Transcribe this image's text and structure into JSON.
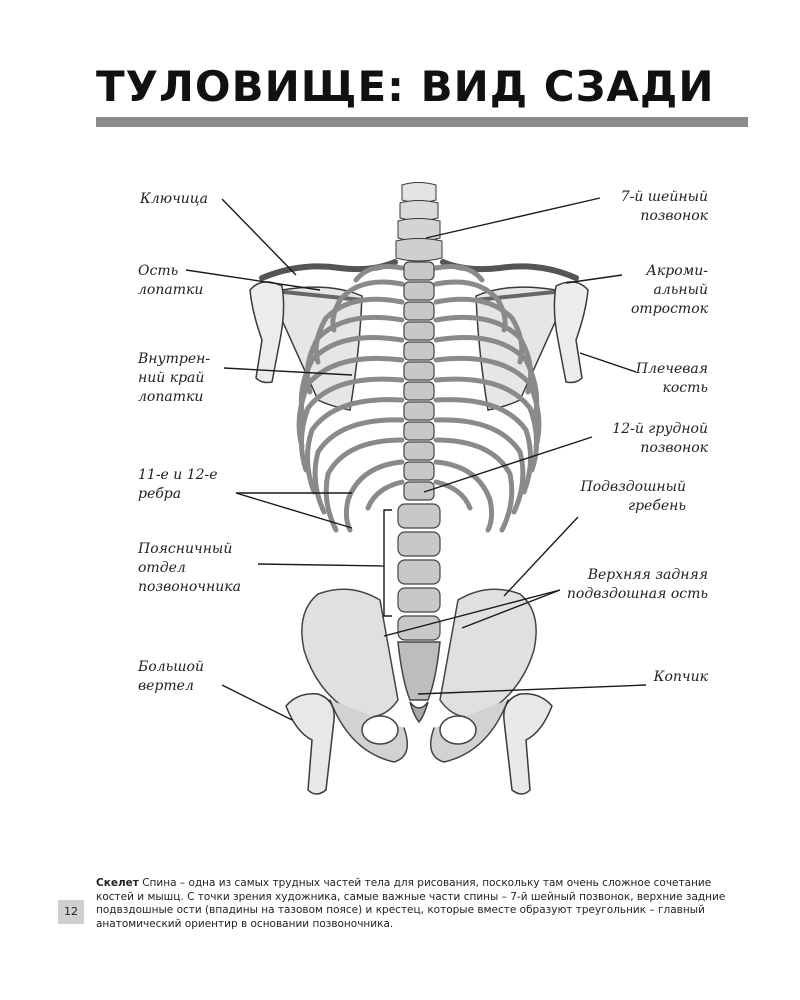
{
  "page": {
    "title": "Туловище: вид сзади",
    "page_number": "12"
  },
  "labels": {
    "klyuchitsa": [
      "Ключица"
    ],
    "ost_lopatki": [
      "Ость",
      "лопатки"
    ],
    "vnutr_kray": [
      "Внутрен-",
      "ний край",
      "лопатки"
    ],
    "ribs_11_12": [
      "11-е и 12-е",
      "ребра"
    ],
    "lumbar": [
      "Поясничный",
      "отдел",
      "позвоночника"
    ],
    "trochanter": [
      "Большой",
      "вертел"
    ],
    "c7": [
      "7-й шейный",
      "позвонок"
    ],
    "acromion": [
      "Акроми-",
      "альный",
      "отросток"
    ],
    "humerus": [
      "Плечевая",
      "кость"
    ],
    "t12": [
      "12-й грудной",
      "позвонок"
    ],
    "iliac_crest": [
      "Подвздошный",
      "гребень"
    ],
    "psis": [
      "Верхняя задняя",
      "подвздошная ость"
    ],
    "coccyx": [
      "Копчик"
    ]
  },
  "caption": {
    "lead": "Скелет",
    "text": " Спина – одна из самых трудных частей тела для рисования, поскольку там очень сложное сочетание костей и мышц. С точки зрения художника, самые важные части спины – 7-й шейный позвонок, верхние задние подвздошные ости (впадины на тазовом поясе) и крестец, которые вместе образуют треугольник – главный анатомический ориентир в основании позвоночника."
  }
}
